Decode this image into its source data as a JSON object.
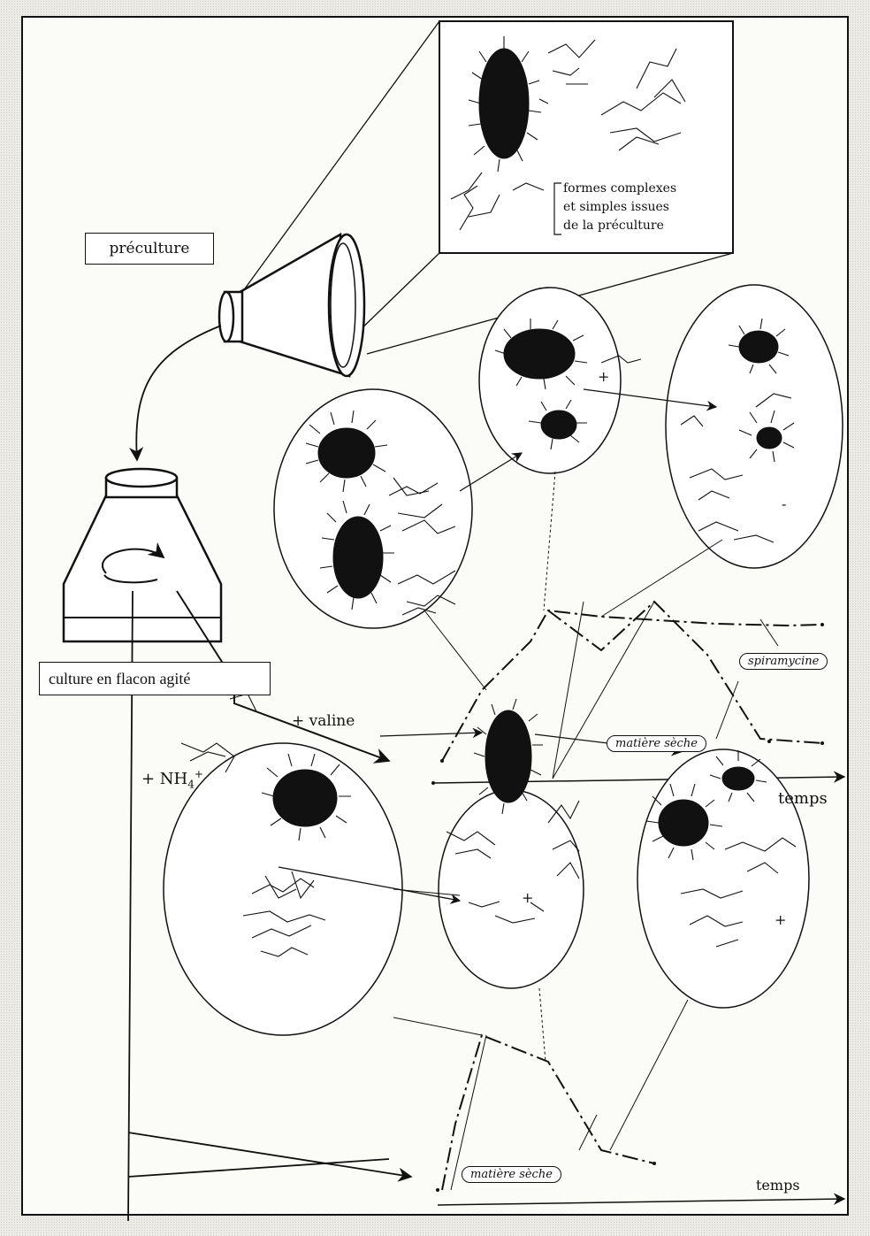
{
  "labels": {
    "preculture": "préculture",
    "culture": "culture en flacon agité",
    "valine": "+ valine",
    "nh4_base": "+ NH",
    "nh4_sub": "4",
    "nh4_sup": "+",
    "temps_top": "temps",
    "temps_bottom": "temps",
    "spiramycine": "spiramycine",
    "matiere_top": "matière sèche",
    "matiere_bottom": "matière sèche",
    "formes_line1": "formes complexes",
    "formes_line2": "et simples issues",
    "formes_line3": "de la préculture",
    "plus_top": "+",
    "plus_bottom_mid": "+",
    "plus_bottom_right": "+",
    "minus_right": "-"
  }
}
